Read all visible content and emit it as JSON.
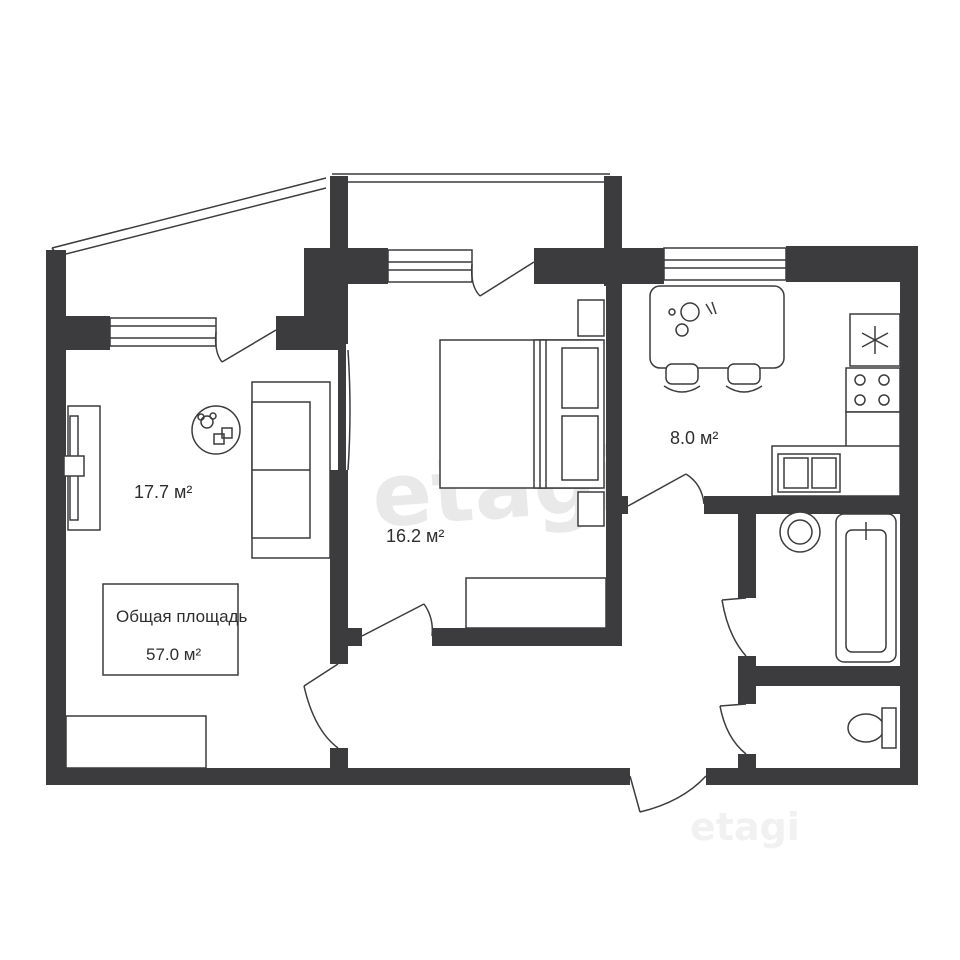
{
  "watermark": "etagi",
  "rooms": {
    "living_room": {
      "area": "17.7 м²"
    },
    "bedroom": {
      "area": "16.2 м²"
    },
    "kitchen": {
      "area": "8.0 м²"
    }
  },
  "total": {
    "label": "Общая площадь",
    "value": "57.0 м²"
  },
  "colors": {
    "wall": "#3c3c3e",
    "background": "#ffffff"
  },
  "icons": [
    "snowflake-icon",
    "plant-icon"
  ]
}
